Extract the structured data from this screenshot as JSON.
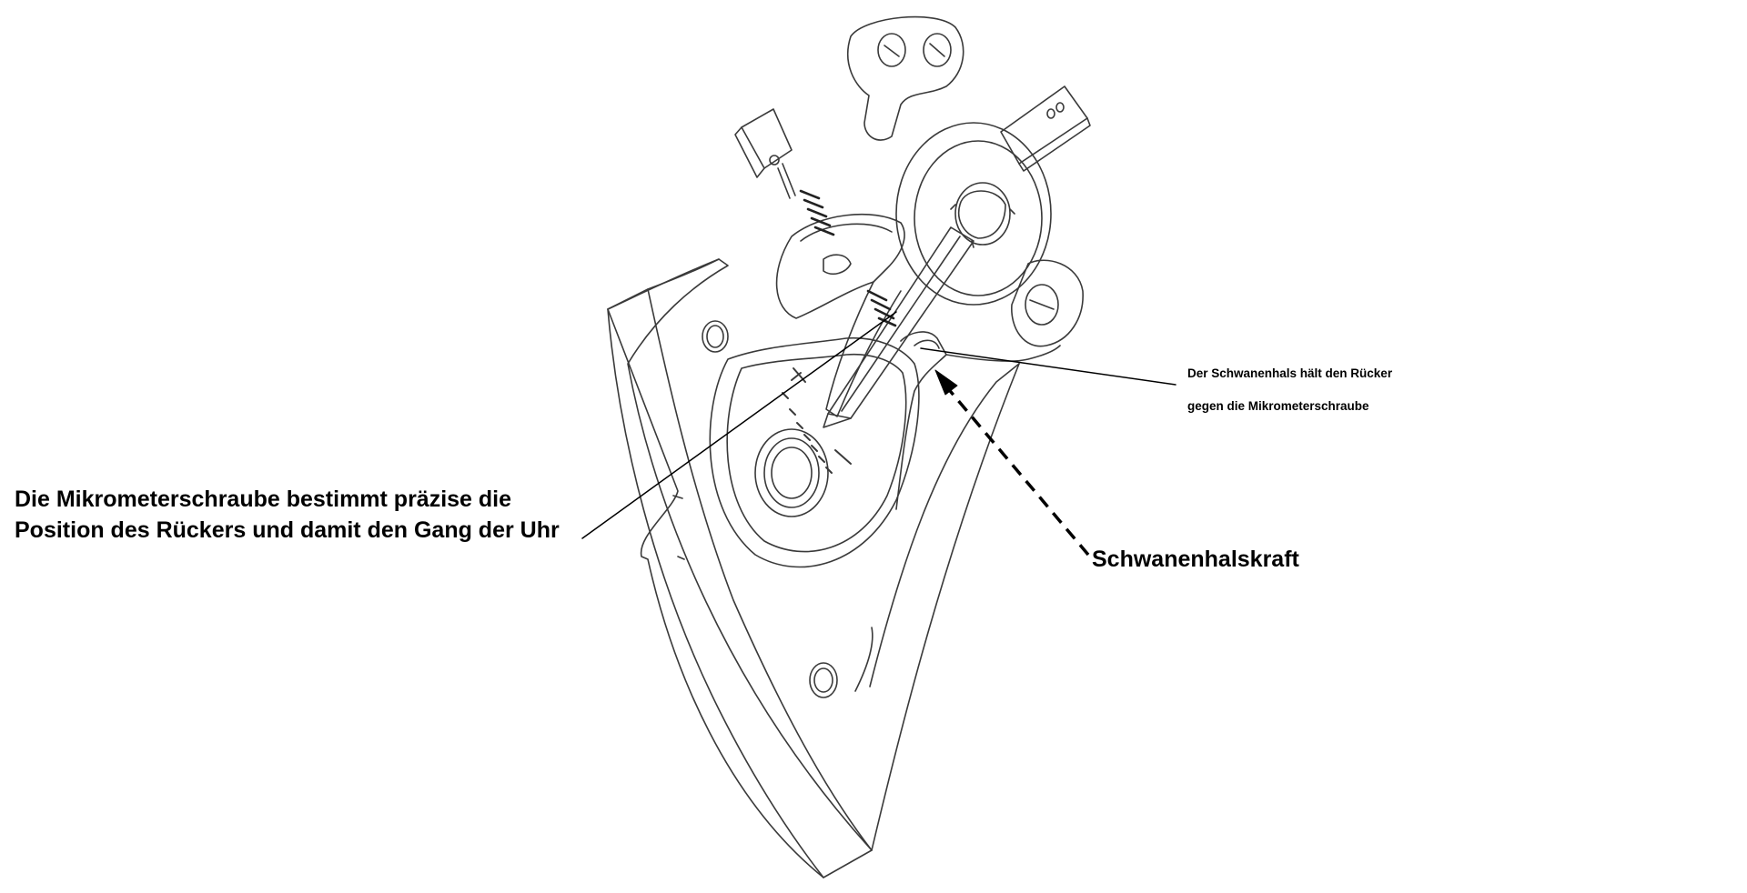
{
  "diagram": {
    "annotations": {
      "micrometer_text": "Die Mikrometerschraube bestimmt präzise die Position des Rückers und damit den Gang der Uhr",
      "swan_force_text": "Schwanenhalskraft",
      "swan_holds_line1": "Der Schwanenhals hält den Rücker",
      "swan_holds_line2": "gegen die Mikrometerschraube"
    },
    "colors": {
      "line": "#000000",
      "drawing_stroke": "#3a3a3a",
      "background": "#ffffff"
    }
  }
}
